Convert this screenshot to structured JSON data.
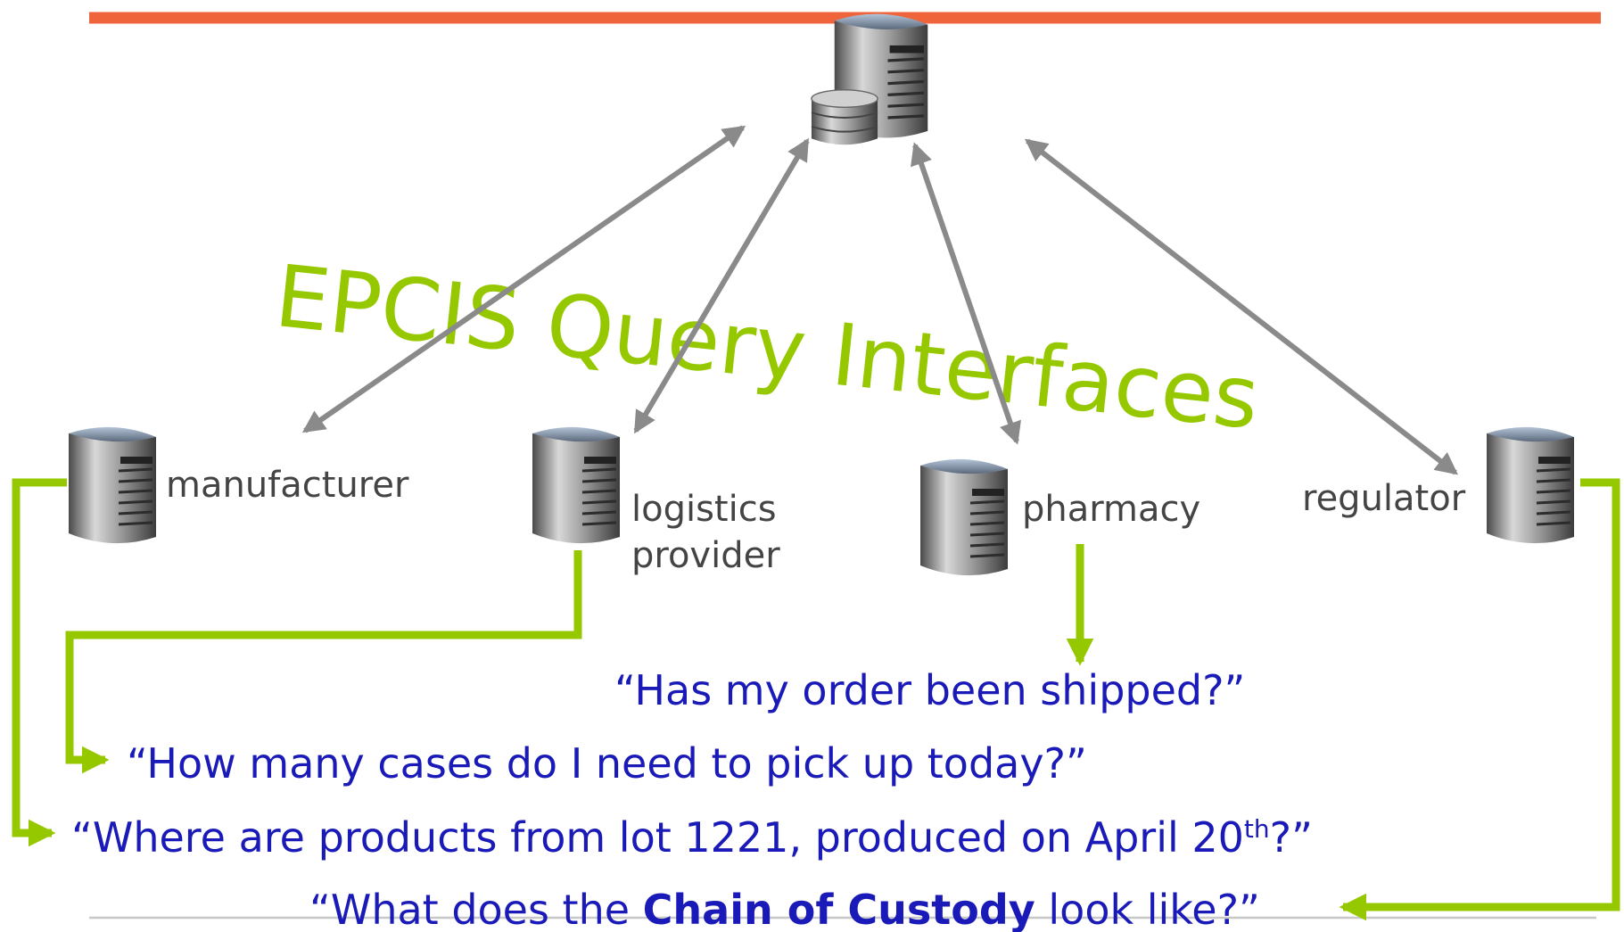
{
  "title": "EPCIS Query Interfaces",
  "colors": {
    "top_bar": "#f0643c",
    "bottom_line": "#c8c8c8",
    "gray_arrow": "#8a8a8a",
    "green_connector": "#96c800",
    "question_text": "#1a1ab8",
    "label_text": "#444444"
  },
  "nodes": {
    "central": {
      "icon": "database-server-icon"
    },
    "manufacturer": {
      "label": "manufacturer",
      "icon": "server-icon"
    },
    "logistics": {
      "label_line1": "logistics",
      "label_line2": "provider",
      "icon": "server-icon"
    },
    "pharmacy": {
      "label": "pharmacy",
      "icon": "server-icon"
    },
    "regulator": {
      "label": "regulator",
      "icon": "server-icon"
    }
  },
  "questions": {
    "pharmacy": "“Has my order been shipped?”",
    "logistics": "“How many cases do I need to pick up today?”",
    "manufacturer": {
      "text": "“Where are products from lot 1221, produced on April 20",
      "superscript": "th",
      "close": "?”"
    },
    "regulator": {
      "prefix": "“What does the ",
      "bold": "Chain of Custody",
      "suffix": " look like?”"
    }
  }
}
